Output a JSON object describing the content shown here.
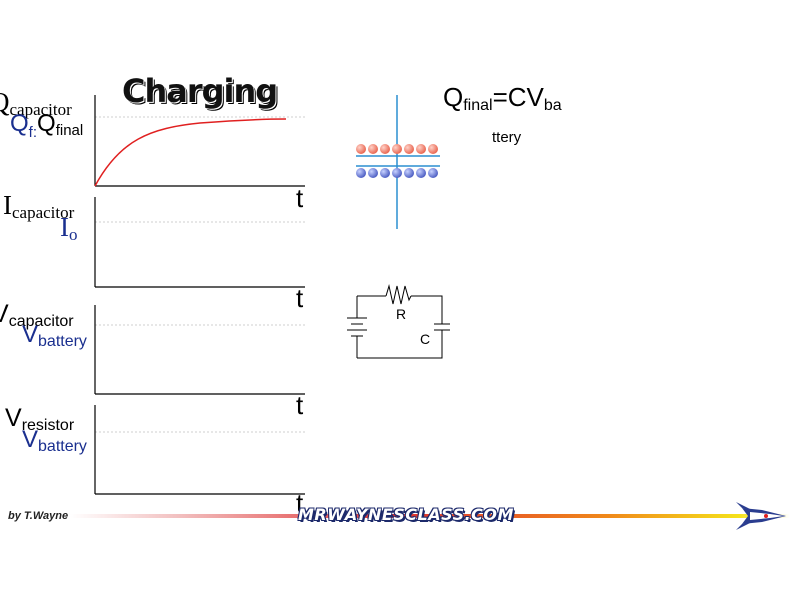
{
  "title": "Charging",
  "graphs": [
    {
      "y_main": "Q",
      "y_sub": "capacitor",
      "ref_main": "Q",
      "ref_sub": "f:",
      "ref2_main": "Q",
      "ref2_sub": "final",
      "x_label": "t"
    },
    {
      "y_main": "I",
      "y_sub": "capacitor",
      "ref_main": "I",
      "ref_sub": "o",
      "x_label": "t"
    },
    {
      "y_main": "V",
      "y_sub": "capacitor",
      "ref_main": "V",
      "ref_sub": "battery",
      "x_label": "t"
    },
    {
      "y_main": "V",
      "y_sub": "resistor",
      "ref_main": "V",
      "ref_sub": "battery",
      "x_label": "t"
    }
  ],
  "equation": {
    "lhs_main": "Q",
    "lhs_sub": "final",
    "rhs_main": "=CV",
    "rhs_sub": "ba",
    "rhs_cont": "ttery"
  },
  "circuit": {
    "resistor_label": "R",
    "capacitor_label": "C"
  },
  "footer": {
    "author": "by T.Wayne",
    "site": "MRWAYNESCLASS.COM"
  },
  "colors": {
    "curve": "#e02020",
    "positive_charge": "#f07a6a",
    "negative_charge": "#5c6fd0",
    "plate_line": "#2b8fd0",
    "label_blue": "#1a2f8f"
  }
}
